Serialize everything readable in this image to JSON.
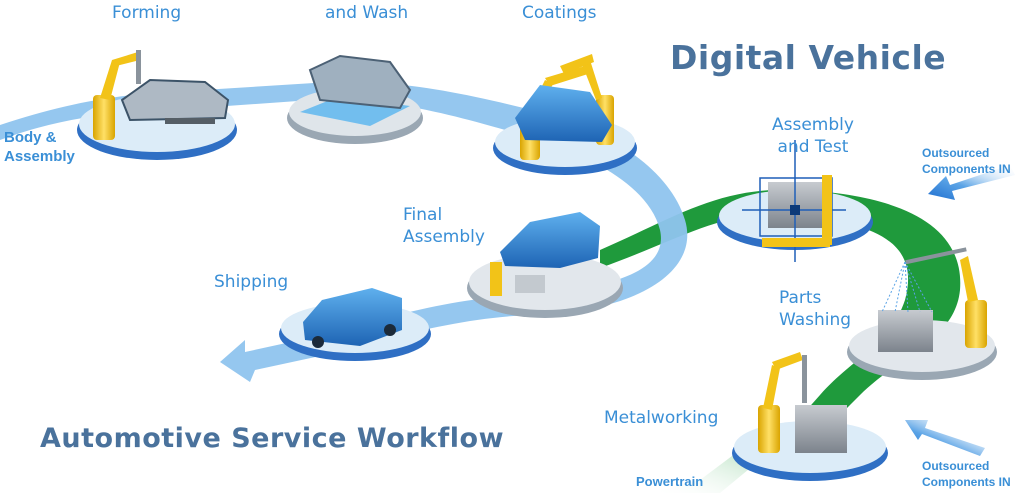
{
  "diagram": {
    "titles": {
      "digital_vehicle": "Digital Vehicle",
      "workflow": "Automotive Service Workflow"
    },
    "colors": {
      "label_blue": "#3a8fd6",
      "title_slate": "#4a729c",
      "path_light_blue": "#8fc4ee",
      "path_green": "#1f9a3c",
      "robot_yellow": "#f2c318",
      "platform": "#dcecf8",
      "platform_edge": "#3f7fd0"
    },
    "stations": [
      {
        "id": "body-assembly",
        "label_lines": [
          "Body &",
          "Assembly"
        ]
      },
      {
        "id": "forming",
        "label_lines": [
          "Forming"
        ]
      },
      {
        "id": "and-wash",
        "label_lines": [
          "and Wash"
        ]
      },
      {
        "id": "coatings",
        "label_lines": [
          "Coatings"
        ]
      },
      {
        "id": "final-assembly",
        "label_lines": [
          "Final",
          "Assembly"
        ]
      },
      {
        "id": "shipping",
        "label_lines": [
          "Shipping"
        ]
      },
      {
        "id": "assembly-test",
        "label_lines": [
          "Assembly",
          "and Test"
        ]
      },
      {
        "id": "parts-washing",
        "label_lines": [
          "Parts",
          "Washing"
        ]
      },
      {
        "id": "metalworking",
        "label_lines": [
          "Metalworking"
        ]
      },
      {
        "id": "powertrain",
        "label_lines": [
          "Powertrain"
        ]
      }
    ],
    "inputs": [
      {
        "id": "outsourced-top",
        "label_lines": [
          "Outsourced",
          "Components IN"
        ]
      },
      {
        "id": "outsourced-bottom",
        "label_lines": [
          "Outsourced",
          "Components IN"
        ]
      }
    ],
    "icons": {
      "robot_arm": "robot-arm-icon",
      "car_body": "car-body-icon",
      "car": "car-icon",
      "engine_block": "engine-block-icon",
      "inflow_arrow": "arrow-icon",
      "flow_arrow": "flow-arrow-icon"
    }
  }
}
